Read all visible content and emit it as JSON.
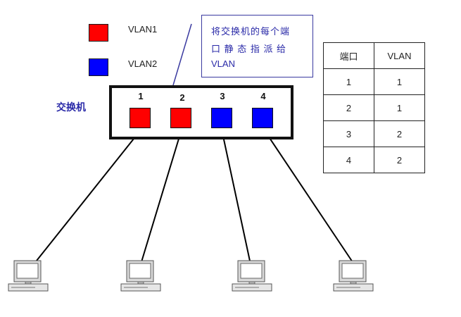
{
  "legend": [
    {
      "label": "VLAN1",
      "color": "#ff0000"
    },
    {
      "label": "VLAN2",
      "color": "#0000ff"
    }
  ],
  "callout": {
    "lines": [
      "将交换机的每个端",
      "口 静 态 指 派 给",
      "VLAN"
    ]
  },
  "switch": {
    "label": "交换机",
    "ports": [
      {
        "number": "1",
        "vlan": "1",
        "color": "#ff0000"
      },
      {
        "number": "2",
        "vlan": "1",
        "color": "#ff0000"
      },
      {
        "number": "3",
        "vlan": "2",
        "color": "#0000ff"
      },
      {
        "number": "4",
        "vlan": "2",
        "color": "#0000ff"
      }
    ]
  },
  "table": {
    "headers": [
      "端口",
      "VLAN"
    ],
    "rows": [
      [
        "1",
        "1"
      ],
      [
        "2",
        "1"
      ],
      [
        "3",
        "2"
      ],
      [
        "4",
        "2"
      ]
    ]
  },
  "computers": [
    "computer-1",
    "computer-2",
    "computer-3",
    "computer-4"
  ],
  "colors": {
    "line": "#000000",
    "border": "#111111",
    "accent_text": "#2a2aa8"
  }
}
